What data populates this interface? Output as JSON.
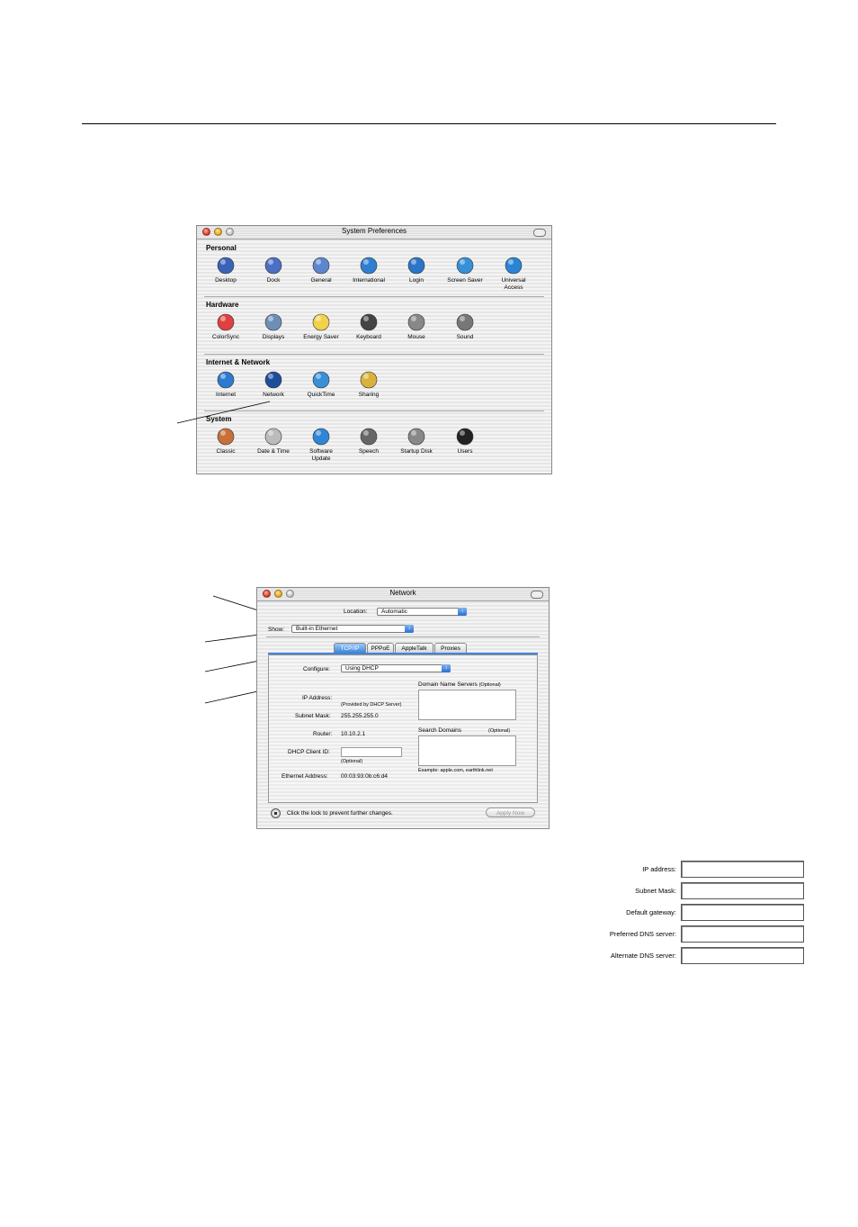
{
  "syspref": {
    "title": "System Preferences",
    "sections": [
      {
        "name": "Personal",
        "items": [
          {
            "label": "Desktop",
            "icon": "desktop-icon"
          },
          {
            "label": "Dock",
            "icon": "dock-icon"
          },
          {
            "label": "General",
            "icon": "general-icon"
          },
          {
            "label": "International",
            "icon": "international-icon"
          },
          {
            "label": "Login",
            "icon": "login-icon"
          },
          {
            "label": "Screen Saver",
            "icon": "screen-saver-icon"
          },
          {
            "label": "Universal\nAccess",
            "icon": "universal-access-icon"
          }
        ]
      },
      {
        "name": "Hardware",
        "items": [
          {
            "label": "ColorSync",
            "icon": "colorsync-icon"
          },
          {
            "label": "Displays",
            "icon": "displays-icon"
          },
          {
            "label": "Energy Saver",
            "icon": "energy-saver-icon"
          },
          {
            "label": "Keyboard",
            "icon": "keyboard-icon"
          },
          {
            "label": "Mouse",
            "icon": "mouse-icon"
          },
          {
            "label": "Sound",
            "icon": "sound-icon"
          }
        ]
      },
      {
        "name": "Internet & Network",
        "items": [
          {
            "label": "Internet",
            "icon": "internet-icon"
          },
          {
            "label": "Network",
            "icon": "network-icon"
          },
          {
            "label": "QuickTime",
            "icon": "quicktime-icon"
          },
          {
            "label": "Sharing",
            "icon": "sharing-icon"
          }
        ]
      },
      {
        "name": "System",
        "items": [
          {
            "label": "Classic",
            "icon": "classic-icon"
          },
          {
            "label": "Date & Time",
            "icon": "date-time-icon"
          },
          {
            "label": "Software\nUpdate",
            "icon": "software-update-icon"
          },
          {
            "label": "Speech",
            "icon": "speech-icon"
          },
          {
            "label": "Startup Disk",
            "icon": "startup-disk-icon"
          },
          {
            "label": "Users",
            "icon": "users-icon"
          }
        ]
      }
    ]
  },
  "network": {
    "title": "Network",
    "location_label": "Location:",
    "location_value": "Automatic",
    "show_label": "Show:",
    "show_value": "Built-in Ethernet",
    "tabs": [
      "TCP/IP",
      "PPPoE",
      "AppleTalk",
      "Proxies"
    ],
    "configure_label": "Configure:",
    "configure_value": "Using DHCP",
    "dns_label": "Domain Name Servers",
    "optional": "(Optional)",
    "ip_label": "IP Address:",
    "ip_note": "(Provided by DHCP Server)",
    "subnet_label": "Subnet Mask:",
    "subnet_value": "255.255.255.0",
    "router_label": "Router:",
    "router_value": "10.10.2.1",
    "search_label": "Search Domains",
    "dhcp_label": "DHCP Client ID:",
    "dhcp_note": "(Optional)",
    "example": "Example: apple.com, earthlink.net",
    "ethernet_label": "Ethernet Address:",
    "ethernet_value": "00:03:93:0b:c6:d4",
    "lock_text": "Click the lock to prevent further changes.",
    "apply_label": "Apply Now"
  },
  "tcpip_form": {
    "fields": [
      "IP address:",
      "Subnet Mask:",
      "Default gateway:",
      "Preferred DNS server:",
      "Alternate DNS server:"
    ]
  },
  "colors": {
    "aqua_blue": "#3f86d8",
    "close_red": "#d9301c",
    "minimize_yellow": "#e8a010"
  }
}
